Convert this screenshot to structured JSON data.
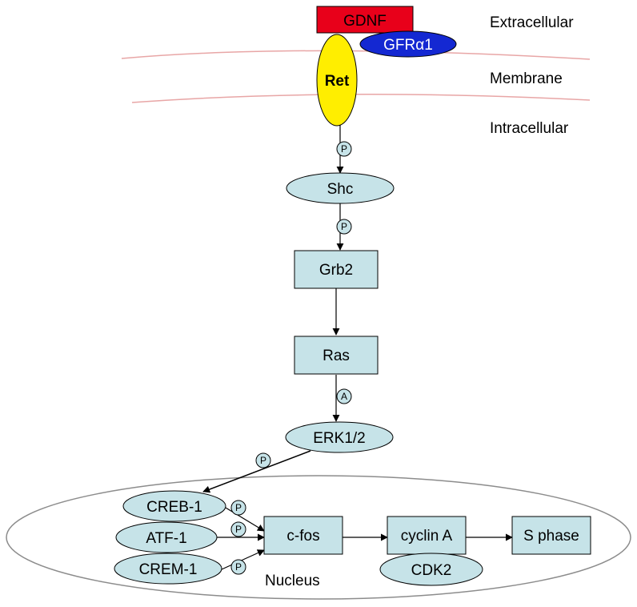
{
  "regions": {
    "extracellular": "Extracellular",
    "membrane": "Membrane",
    "intracellular": "Intracellular",
    "nucleus": "Nucleus"
  },
  "nodes": {
    "gdnf": "GDNF",
    "gfra1": "GFRα1",
    "ret": "Ret",
    "shc": "Shc",
    "grb2": "Grb2",
    "ras": "Ras",
    "erk": "ERK1/2",
    "creb1": "CREB-1",
    "atf1": "ATF-1",
    "crem1": "CREM-1",
    "cfos": "c-fos",
    "cyclin_a": "cyclin A",
    "cdk2": "CDK2",
    "s_phase": "S phase"
  },
  "modifications": {
    "phospho": "P",
    "activation": "A"
  },
  "colors": {
    "node_fill": "#c6e3e8",
    "gdnf_fill": "#e8001a",
    "gfra1_fill": "#1428d2",
    "ret_fill": "#ffee00",
    "membrane_line": "#e8a6a6",
    "nucleus_line": "#8c8c8c"
  }
}
